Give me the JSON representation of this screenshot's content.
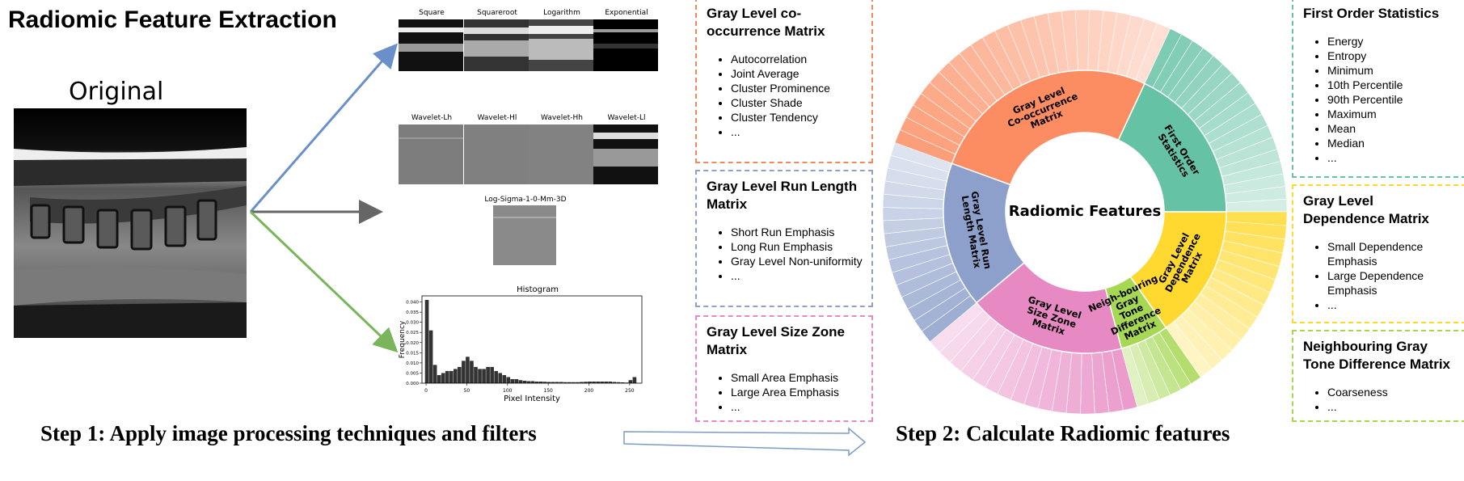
{
  "title": "Radiomic Feature Extraction",
  "original_label": "Original",
  "filters": {
    "row1": [
      "Square",
      "Squareroot",
      "Logarithm",
      "Exponential"
    ],
    "row2": [
      "Wavelet-Lh",
      "Wavelet-Hl",
      "Wavelet-Hh",
      "Wavelet-Ll"
    ],
    "log": "Log-Sigma-1-0-Mm-3D"
  },
  "histogram": {
    "title": "Histogram",
    "xlabel": "Pixel Intensity",
    "ylabel": "Frequency",
    "xticks": [
      "0",
      "50",
      "100",
      "150",
      "200",
      "250"
    ],
    "yticks": [
      "0.000",
      "0.005",
      "0.010",
      "0.015",
      "0.020",
      "0.025",
      "0.030",
      "0.035",
      "0.040"
    ]
  },
  "chart_data": {
    "type": "bar",
    "title": "Histogram",
    "xlabel": "Pixel Intensity",
    "ylabel": "Frequency",
    "xlim": [
      -5,
      265
    ],
    "ylim": [
      0,
      0.043
    ],
    "bins_x": [
      1,
      6,
      11,
      16,
      21,
      26,
      31,
      36,
      41,
      46,
      51,
      56,
      61,
      66,
      71,
      76,
      81,
      86,
      91,
      96,
      101,
      106,
      111,
      116,
      121,
      126,
      131,
      136,
      141,
      146,
      151,
      156,
      161,
      166,
      171,
      176,
      181,
      186,
      191,
      196,
      201,
      206,
      211,
      216,
      221,
      226,
      231,
      236,
      241,
      246,
      251,
      256
    ],
    "values": [
      0.041,
      0.026,
      0.009,
      0.004,
      0.005,
      0.006,
      0.006,
      0.007,
      0.008,
      0.011,
      0.013,
      0.011,
      0.008,
      0.007,
      0.007,
      0.008,
      0.008,
      0.006,
      0.005,
      0.004,
      0.003,
      0.002,
      0.002,
      0.0015,
      0.0012,
      0.001,
      0.001,
      0.0008,
      0.0008,
      0.0007,
      0.0006,
      0.0006,
      0.0006,
      0.0006,
      0.0005,
      0.0005,
      0.0005,
      0.0005,
      0.0006,
      0.0007,
      0.0008,
      0.0008,
      0.0008,
      0.0008,
      0.0008,
      0.0008,
      0.0006,
      0.0005,
      0.0004,
      0.0003,
      0.0015,
      0.003
    ]
  },
  "steps": {
    "step1": "Step 1: Apply image processing techniques and filters",
    "step2": "Step 2: Calculate Radiomic features"
  },
  "sunburst": {
    "center_label": "Radiomic Features",
    "segments": [
      {
        "key": "fos",
        "label": "First Order Statistics",
        "color": "#66c2a5"
      },
      {
        "key": "gldm",
        "label": "Gray Level Dependence Matrix",
        "color": "#ffd92f"
      },
      {
        "key": "ngtdm",
        "label": "Neigh-bouring Gray Tone Difference Matrix",
        "color": "#a6d854"
      },
      {
        "key": "glszm",
        "label": "Gray Level Size Zone Matrix",
        "color": "#e78ac3"
      },
      {
        "key": "glrlm",
        "label": "Gray Level Run Length Matrix",
        "color": "#8da0cb"
      },
      {
        "key": "glcm",
        "label": "Gray Level Co-occurrence Matrix",
        "color": "#fc8d62"
      }
    ]
  },
  "boxes": {
    "glcm": {
      "title": "Gray Level co-occurrence Matrix",
      "items": [
        "Autocorrelation",
        "Joint Average",
        "Cluster Prominence",
        "Cluster Shade",
        "Cluster Tendency",
        "..."
      ]
    },
    "glrlm": {
      "title": "Gray Level Run Length Matrix",
      "items": [
        "Short Run Emphasis",
        "Long Run Emphasis",
        "Gray Level Non-uniformity",
        "..."
      ]
    },
    "glszm": {
      "title": "Gray Level Size Zone Matrix",
      "items": [
        "Small Area Emphasis",
        "Large Area Emphasis",
        "..."
      ]
    },
    "fos": {
      "title": "First Order Statistics",
      "items": [
        "Energy",
        "Entropy",
        "Minimum",
        "10th Percentile",
        "90th Percentile",
        "Maximum",
        "Mean",
        "Median",
        "..."
      ]
    },
    "gldm": {
      "title": "Gray Level Dependence Matrix",
      "items": [
        "Small Dependence Emphasis",
        "Large Dependence Emphasis",
        "..."
      ]
    },
    "ngtdm": {
      "title": "Neighbouring Gray Tone Difference Matrix",
      "items": [
        "Coarseness",
        "..."
      ]
    }
  }
}
